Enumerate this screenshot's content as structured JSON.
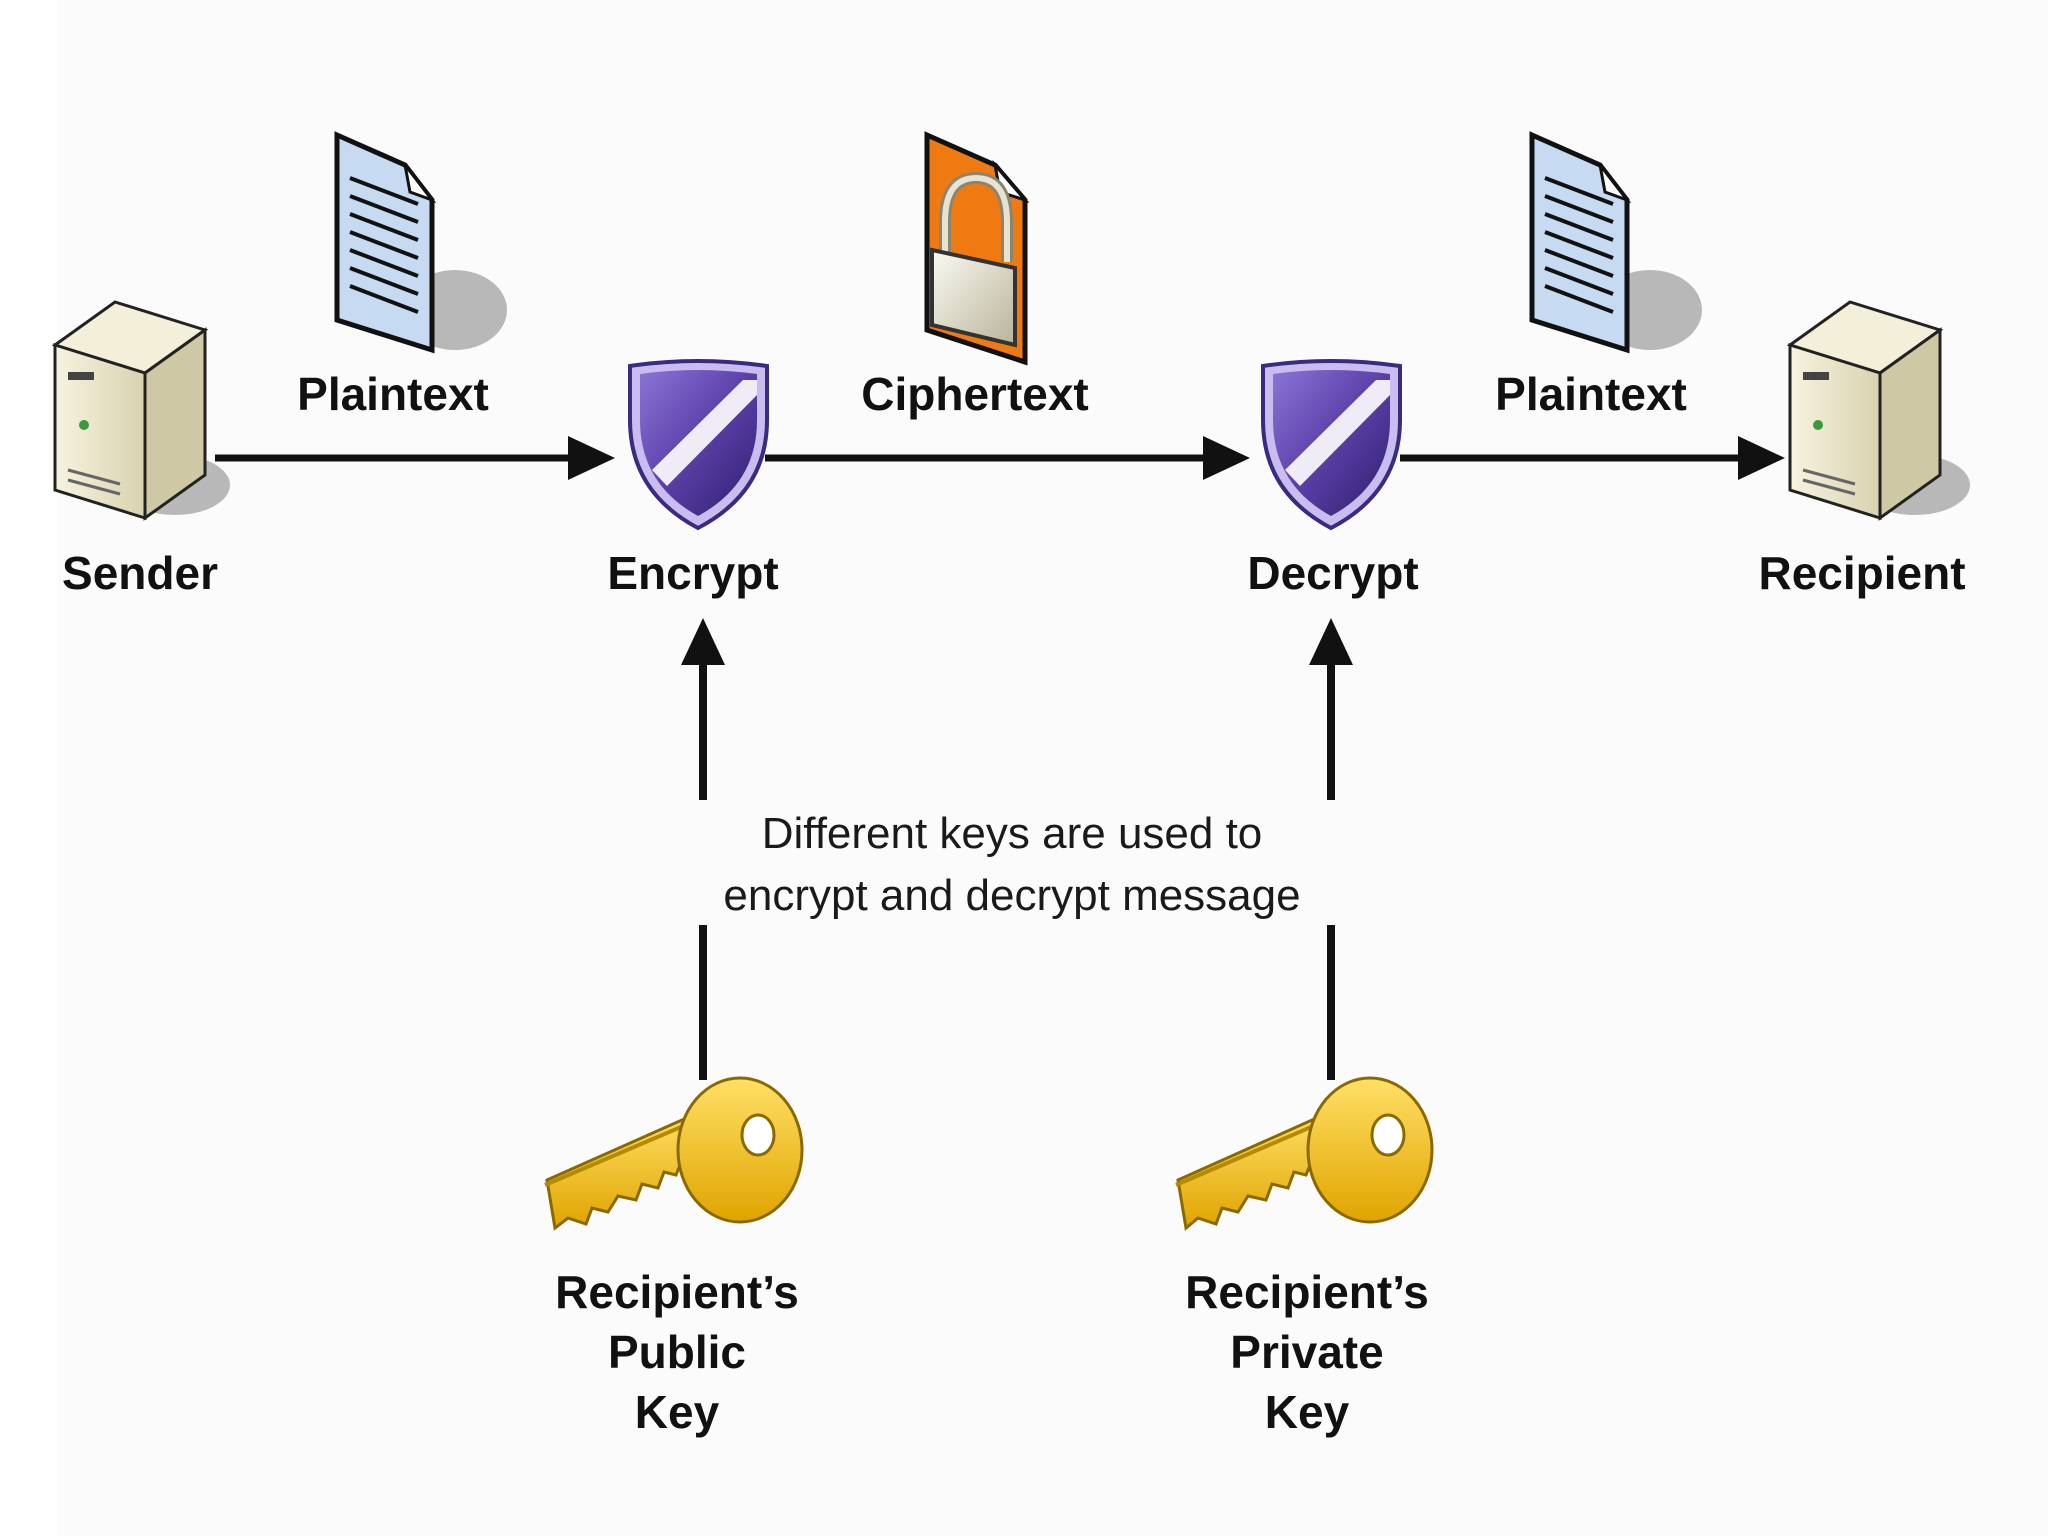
{
  "colors": {
    "arrow": "#111111",
    "shield_purple": "#5b3fa8",
    "key_gold": "#f2c21a",
    "document_blue": "#c6daf2",
    "ciphertext_orange": "#f07a12",
    "server_beige": "#efead2",
    "shadow": "#b8b8b8"
  },
  "icons": {
    "sender": "server-icon",
    "recipient": "server-icon",
    "plaintext_doc": "document-icon",
    "ciphertext_doc": "locked-document-icon",
    "encrypt": "shield-icon",
    "decrypt": "shield-icon",
    "public_key": "key-icon",
    "private_key": "key-icon"
  },
  "labels": {
    "sender": "Sender",
    "recipient": "Recipient",
    "plaintext_left": "Plaintext",
    "ciphertext": "Ciphertext",
    "plaintext_right": "Plaintext",
    "encrypt": "Encrypt",
    "decrypt": "Decrypt",
    "public_key": [
      "Recipient’s",
      "Public",
      "Key"
    ],
    "private_key": [
      "Recipient’s",
      "Private",
      "Key"
    ],
    "note": [
      "Different keys are used to",
      "encrypt and decrypt message"
    ]
  }
}
